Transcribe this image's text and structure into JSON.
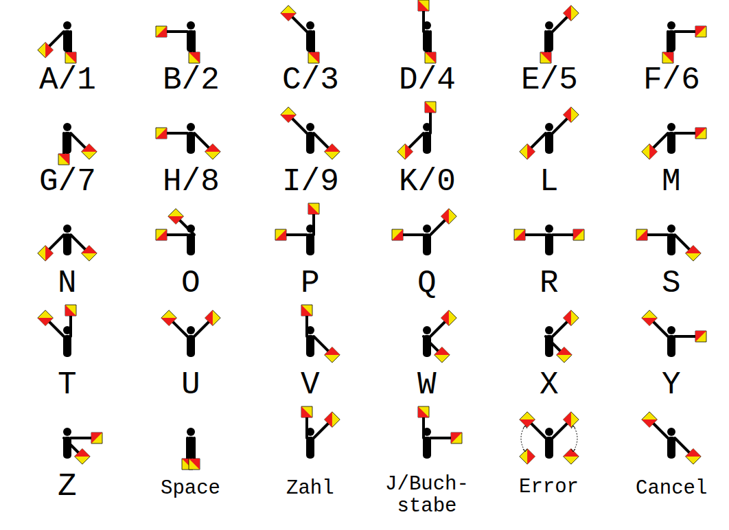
{
  "diagram": {
    "labels": [
      "A/1",
      "B/2",
      "C/3",
      "D/4",
      "E/5",
      "F/6",
      "G/7",
      "H/8",
      "I/9",
      "K/0",
      "L",
      "M",
      "N",
      "O",
      "P",
      "Q",
      "R",
      "S",
      "T",
      "U",
      "V",
      "W",
      "X",
      "Y",
      "Z",
      "Space",
      "Zahl",
      "J/Buch- stabe",
      "Error",
      "Cancel"
    ]
  }
}
